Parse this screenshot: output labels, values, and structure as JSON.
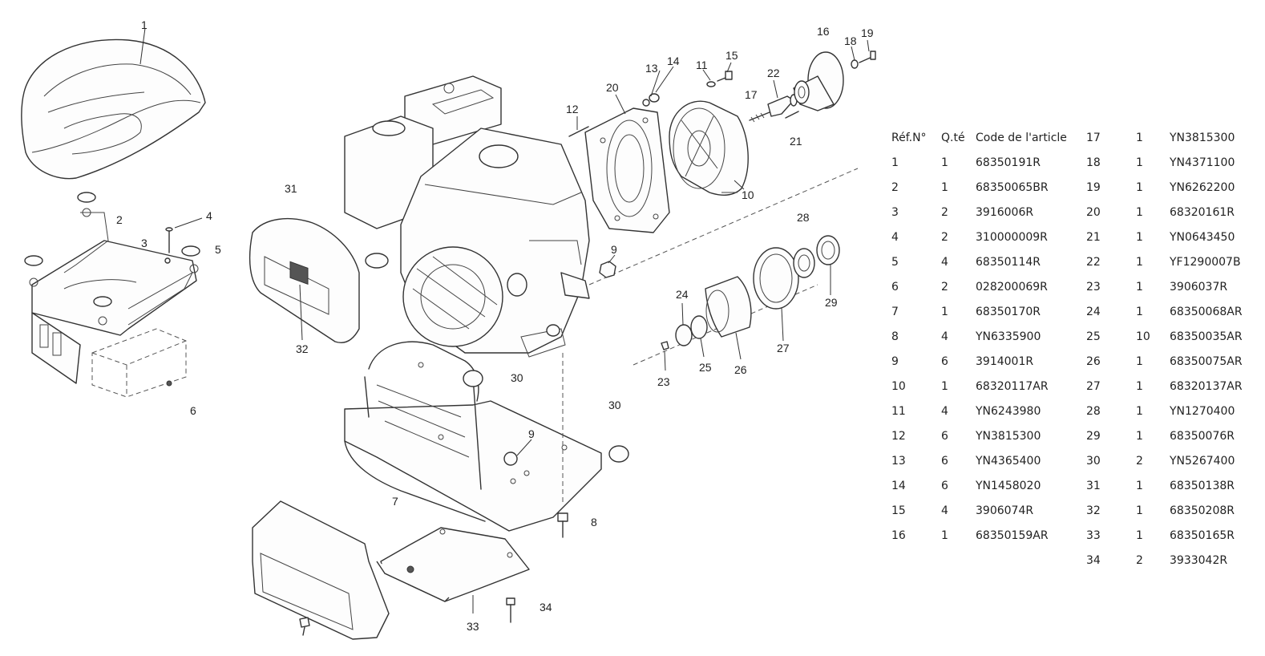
{
  "diagram": {
    "callouts": [
      "1",
      "2",
      "3",
      "4",
      "5",
      "6",
      "7",
      "8",
      "9",
      "9",
      "10",
      "11",
      "12",
      "13",
      "14",
      "15",
      "16",
      "17",
      "18",
      "19",
      "20",
      "21",
      "22",
      "23",
      "24",
      "25",
      "26",
      "27",
      "28",
      "29",
      "30",
      "30",
      "31",
      "32",
      "33",
      "34"
    ]
  },
  "parts_table": {
    "headers": {
      "ref": "Réf.N°",
      "qty": "Q.té",
      "code": "Code de l'article"
    },
    "left_rows": [
      {
        "ref": "1",
        "qty": "1",
        "code": "68350191R"
      },
      {
        "ref": "2",
        "qty": "1",
        "code": "68350065BR"
      },
      {
        "ref": "3",
        "qty": "2",
        "code": "3916006R"
      },
      {
        "ref": "4",
        "qty": "2",
        "code": "310000009R"
      },
      {
        "ref": "5",
        "qty": "4",
        "code": "68350114R"
      },
      {
        "ref": "6",
        "qty": "2",
        "code": "028200069R"
      },
      {
        "ref": "7",
        "qty": "1",
        "code": "68350170R"
      },
      {
        "ref": "8",
        "qty": "4",
        "code": "YN6335900"
      },
      {
        "ref": "9",
        "qty": "6",
        "code": "3914001R"
      },
      {
        "ref": "10",
        "qty": "1",
        "code": "68320117AR"
      },
      {
        "ref": "11",
        "qty": "4",
        "code": "YN6243980"
      },
      {
        "ref": "12",
        "qty": "6",
        "code": "YN3815300"
      },
      {
        "ref": "13",
        "qty": "6",
        "code": "YN4365400"
      },
      {
        "ref": "14",
        "qty": "6",
        "code": "YN1458020"
      },
      {
        "ref": "15",
        "qty": "4",
        "code": "3906074R"
      },
      {
        "ref": "16",
        "qty": "1",
        "code": "68350159AR"
      }
    ],
    "right_rows": [
      {
        "ref": "17",
        "qty": "1",
        "code": "YN3815300"
      },
      {
        "ref": "18",
        "qty": "1",
        "code": "YN4371100"
      },
      {
        "ref": "19",
        "qty": "1",
        "code": "YN6262200"
      },
      {
        "ref": "20",
        "qty": "1",
        "code": "68320161R"
      },
      {
        "ref": "21",
        "qty": "1",
        "code": "YN0643450"
      },
      {
        "ref": "22",
        "qty": "1",
        "code": "YF1290007B"
      },
      {
        "ref": "23",
        "qty": "1",
        "code": "3906037R"
      },
      {
        "ref": "24",
        "qty": "1",
        "code": "68350068AR"
      },
      {
        "ref": "25",
        "qty": "10",
        "code": "68350035AR"
      },
      {
        "ref": "26",
        "qty": "1",
        "code": "68350075AR"
      },
      {
        "ref": "27",
        "qty": "1",
        "code": "68320137AR"
      },
      {
        "ref": "28",
        "qty": "1",
        "code": "YN1270400"
      },
      {
        "ref": "29",
        "qty": "1",
        "code": "68350076R"
      },
      {
        "ref": "30",
        "qty": "2",
        "code": "YN5267400"
      },
      {
        "ref": "31",
        "qty": "1",
        "code": "68350138R"
      },
      {
        "ref": "32",
        "qty": "1",
        "code": "68350208R"
      },
      {
        "ref": "33",
        "qty": "1",
        "code": "68350165R"
      },
      {
        "ref": "34",
        "qty": "2",
        "code": "3933042R"
      }
    ]
  }
}
